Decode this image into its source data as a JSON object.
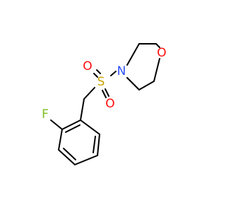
{
  "molecule": {
    "atoms": {
      "oxygen_ring": "O",
      "nitrogen": "N",
      "sulfur": "S",
      "oxygen_sulfonyl_top": "O",
      "oxygen_sulfonyl_bottom": "O",
      "fluorine": "F"
    },
    "colors": {
      "oxygen": "#ff0d0d",
      "nitrogen": "#3050f8",
      "sulfur": "#c8a000",
      "fluorine": "#7cbf1f",
      "bond": "#000000"
    }
  }
}
